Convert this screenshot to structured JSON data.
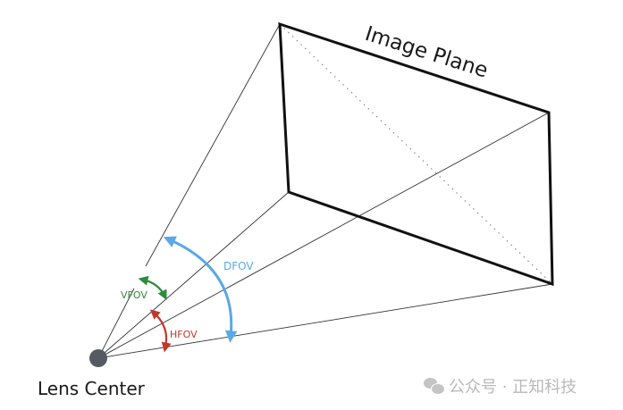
{
  "diagram": {
    "title": "Image Plane",
    "origin_label": "Lens Center",
    "angles": [
      {
        "id": "vfov",
        "label": "VFOV",
        "color": "#2e8b3e"
      },
      {
        "id": "hfov",
        "label": "HFOV",
        "color": "#c0392b"
      },
      {
        "id": "dfov",
        "label": "DFOV",
        "color": "#5aa9e6"
      }
    ],
    "lens_color": "#555b62",
    "line_color": "#222222"
  },
  "watermark": {
    "text": "公众号 · 正知科技"
  }
}
